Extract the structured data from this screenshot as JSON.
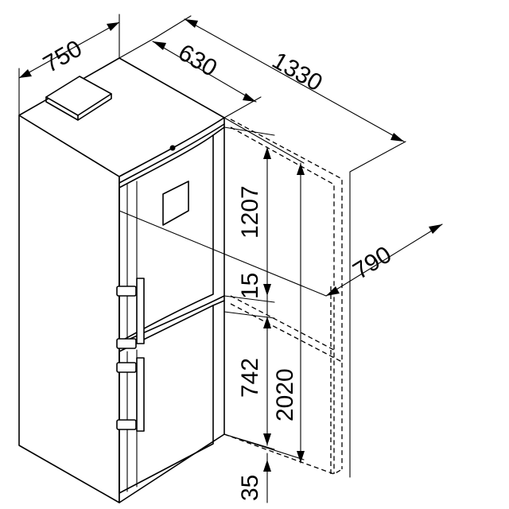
{
  "dimensions": {
    "width": "750",
    "depth": "630",
    "depth_door_open": "1330",
    "clearance_depth": "790",
    "upper_compartment_height": "1207",
    "gap": "15",
    "lower_compartment_height": "742",
    "total_height": "2020",
    "base_height": "35"
  }
}
